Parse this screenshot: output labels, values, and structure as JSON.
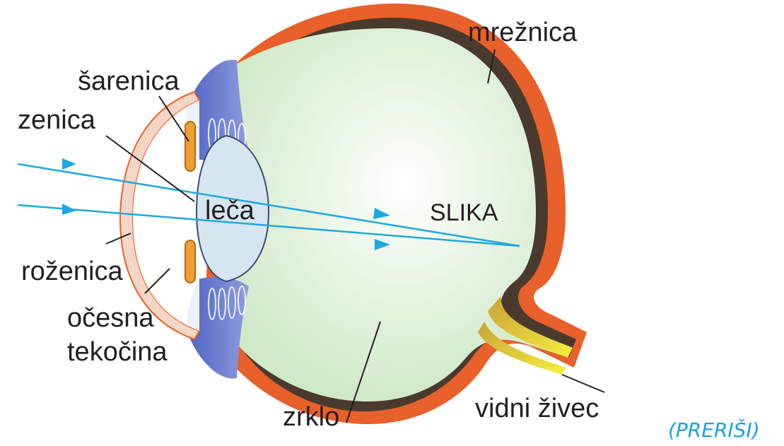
{
  "labels": {
    "retina": "mrežnica",
    "iris": "šarenica",
    "pupil": "zenica",
    "lens": "leča",
    "image": "SLIKA",
    "cornea": "roženica",
    "aqueous_line1": "očesna",
    "aqueous_line2": "tekočina",
    "vitreous": "zrklo",
    "optic_nerve": "vidni živec"
  },
  "note": "(PRERIŠI)",
  "colors": {
    "sclera": "#e8602a",
    "choroid": "#4a3a2e",
    "vitreous": "#dff0d8",
    "ciliary": "#5b6fc8",
    "lens": "#d6e6f0",
    "iris": "#f0a030",
    "ray": "#1ea8e0",
    "nerve": "#f5e93a",
    "note": "#1aa3dc"
  }
}
